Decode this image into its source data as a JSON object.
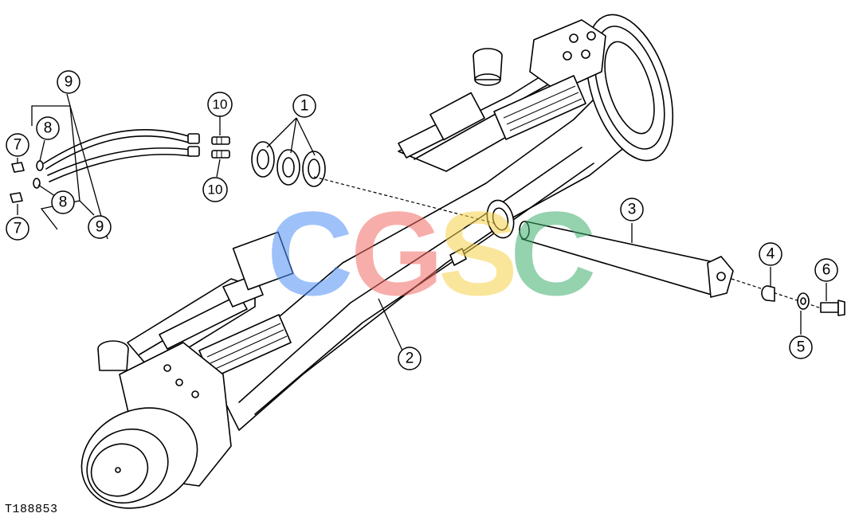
{
  "figure_id": "T188853",
  "watermark": {
    "letters": [
      "C",
      "G",
      "S",
      "C"
    ],
    "colors": [
      "#4f8ff7",
      "#f26b63",
      "#f7d24a",
      "#3fae6d"
    ]
  },
  "callouts": [
    {
      "id": "c1",
      "label": "1"
    },
    {
      "id": "c2",
      "label": "2"
    },
    {
      "id": "c3",
      "label": "3"
    },
    {
      "id": "c4",
      "label": "4"
    },
    {
      "id": "c5",
      "label": "5"
    },
    {
      "id": "c6",
      "label": "6"
    },
    {
      "id": "c7a",
      "label": "7"
    },
    {
      "id": "c7b",
      "label": "7"
    },
    {
      "id": "c8a",
      "label": "8"
    },
    {
      "id": "c8b",
      "label": "8"
    },
    {
      "id": "c9a",
      "label": "9"
    },
    {
      "id": "c9b",
      "label": "9"
    },
    {
      "id": "c10a",
      "label": "10"
    },
    {
      "id": "c10b",
      "label": "10"
    }
  ]
}
